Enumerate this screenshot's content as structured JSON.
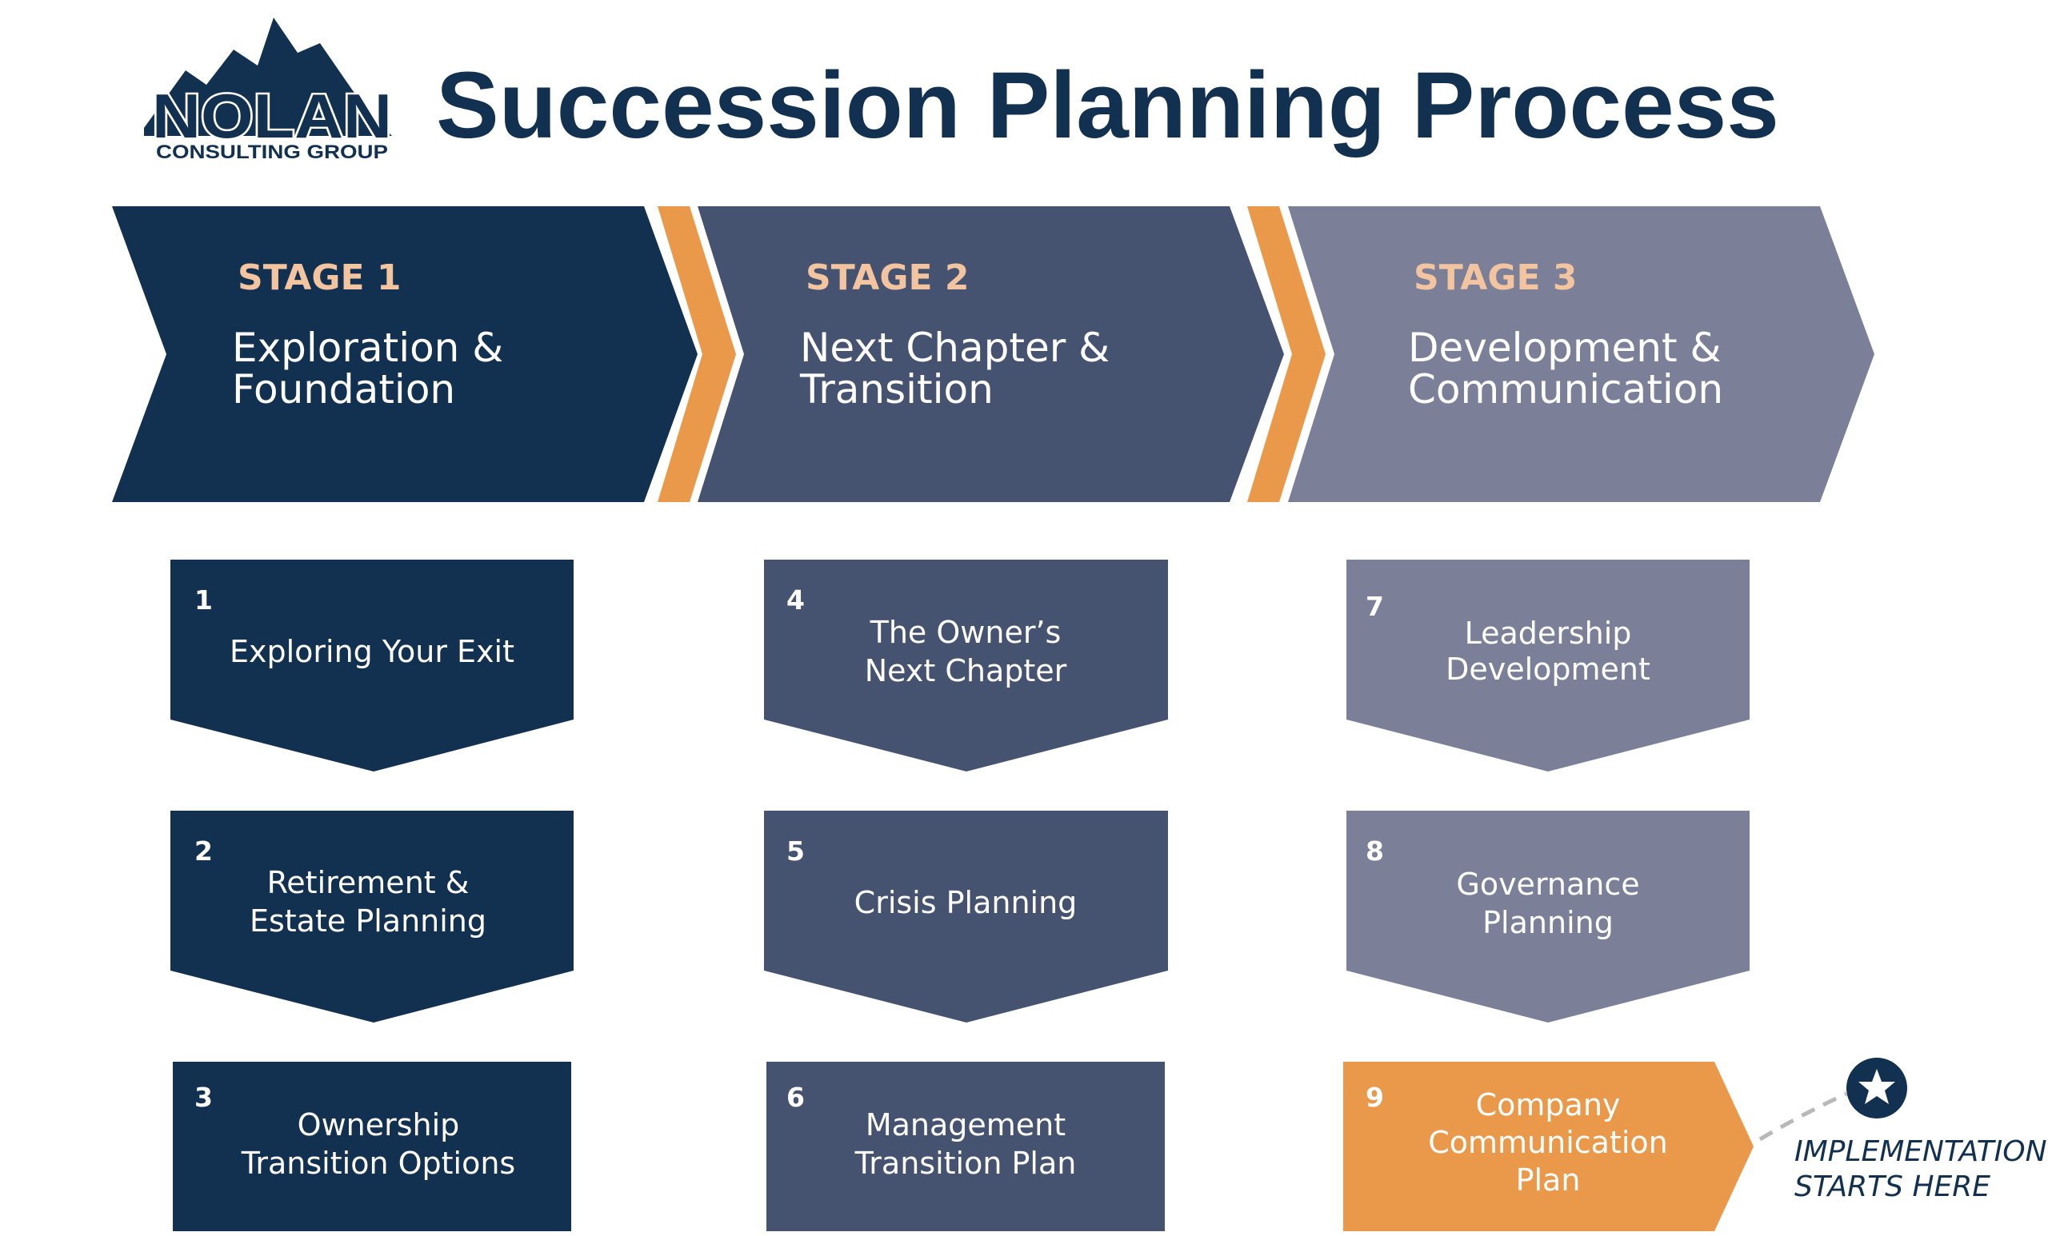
{
  "logo": {
    "word": "NOLAN",
    "sub": "CONSULTING GROUP"
  },
  "title": "Succession Planning Process",
  "colors": {
    "navy": "#12304f",
    "slate": "#465370",
    "grey": "#7b8098",
    "orange": "#ea994a",
    "peach": "#f3c4a0"
  },
  "stages": [
    {
      "label": "STAGE 1",
      "name": [
        "Exploration &",
        "Foundation"
      ]
    },
    {
      "label": "STAGE 2",
      "name": [
        "Next Chapter &",
        "Transition"
      ]
    },
    {
      "label": "STAGE 3",
      "name": [
        "Development &",
        "Communication"
      ]
    }
  ],
  "steps": [
    {
      "num": "1",
      "lines": [
        "Exploring Your Exit"
      ]
    },
    {
      "num": "2",
      "lines": [
        "Retirement &",
        "Estate Planning"
      ]
    },
    {
      "num": "3",
      "lines": [
        "Ownership",
        "Transition Options"
      ]
    },
    {
      "num": "4",
      "lines": [
        "The Owner’s",
        "Next Chapter"
      ]
    },
    {
      "num": "5",
      "lines": [
        "Crisis Planning"
      ]
    },
    {
      "num": "6",
      "lines": [
        "Management",
        "Transition Plan"
      ]
    },
    {
      "num": "7",
      "lines": [
        "Leadership",
        "Development"
      ]
    },
    {
      "num": "8",
      "lines": [
        "Governance",
        "Planning"
      ]
    },
    {
      "num": "9",
      "lines": [
        "Company",
        "Communication",
        "Plan"
      ]
    }
  ],
  "implementation": {
    "lines": [
      "IMPLEMENTATION",
      "STARTS HERE"
    ],
    "icon": "star-icon"
  }
}
